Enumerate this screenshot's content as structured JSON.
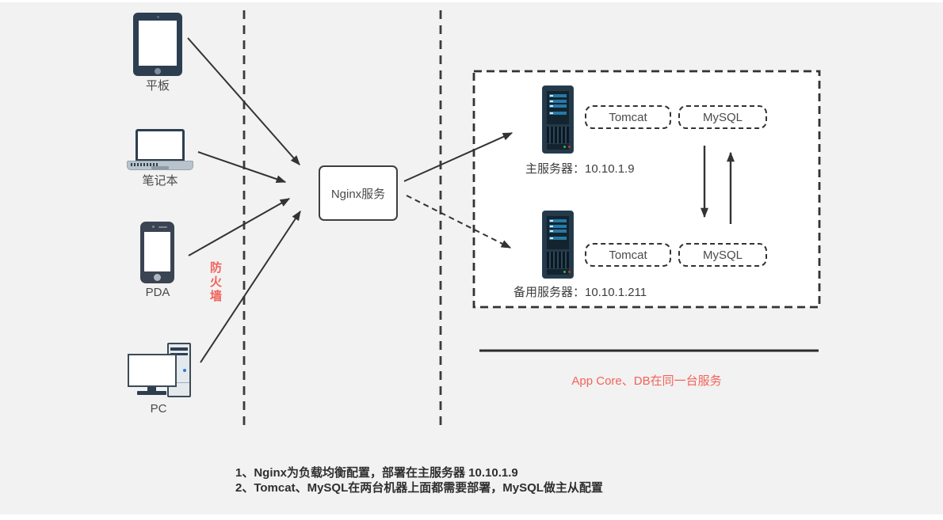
{
  "clients": [
    {
      "id": "tablet",
      "label": "平板"
    },
    {
      "id": "laptop",
      "label": "笔记本"
    },
    {
      "id": "pda",
      "label": "PDA"
    },
    {
      "id": "pc",
      "label": "PC"
    }
  ],
  "firewall": {
    "label": "防火墙"
  },
  "nginx": {
    "label": "Nginx服务"
  },
  "cluster": {
    "primary": {
      "label": "主服务器：10.10.1.9",
      "components": [
        "Tomcat",
        "MySQL"
      ]
    },
    "backup": {
      "label": "备用服务器：10.10.1.211",
      "components": [
        "Tomcat",
        "MySQL"
      ]
    },
    "note": "App Core、DB在同一台服务"
  },
  "footnotes": [
    "1、Nginx为负载均衡配置，部署在主服务器 10.10.1.9",
    "2、Tomcat、MySQL在两台机器上面都需要部署，MySQL做主从配置"
  ],
  "colors": {
    "canvas": "#f1f2f1",
    "line": "#333333",
    "accent_red": "#f4615c",
    "device_dark": "#2d3e50",
    "server_body": "#24394a",
    "server_bar": "#2779a6"
  }
}
